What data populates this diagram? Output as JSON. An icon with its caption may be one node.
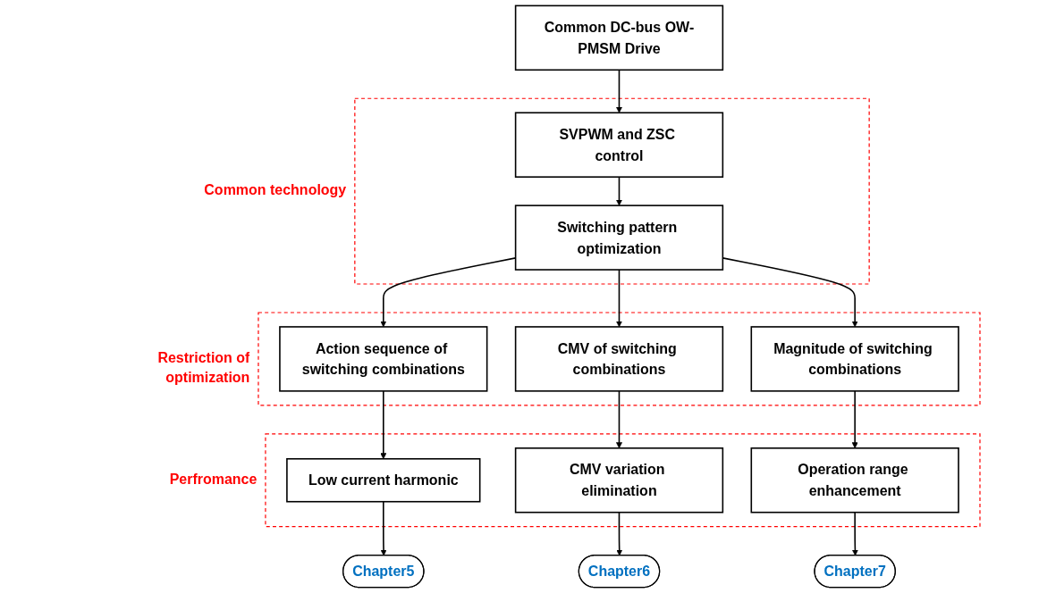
{
  "diagram": {
    "nodes": [
      {
        "text": [
          "Common DC-bus OW-PMSM Drive"
        ]
      },
      {
        "text": [
          "Common technology"
        ]
      },
      {
        "text": [
          "SVPWM and ZSC control"
        ],
        "in": 1
      },
      {
        "text": [
          "Switching pattern optimization"
        ],
        "in": 1
      },
      {
        "text": [
          "Restriction of optimization"
        ]
      },
      {
        "text": [
          "Action sequence of switching combinations"
        ],
        "in": 4
      },
      {
        "text": [
          "CMV of switching combinations"
        ],
        "in": 4
      },
      {
        "text": [
          "Magnitude of switching combinations"
        ],
        "in": 4
      },
      {
        "text": [
          "Perfromance"
        ]
      },
      {
        "text": [
          "Low current harmonic"
        ],
        "in": 8
      },
      {
        "text": [
          "CMV variation elimination"
        ],
        "in": 8
      },
      {
        "text": [
          "Operation range enhancement"
        ],
        "in": 8
      },
      {
        "text": [
          "Chapter5"
        ]
      },
      {
        "text": [
          "Chapter6"
        ]
      },
      {
        "text": [
          "Chapter7"
        ]
      }
    ],
    "edges": [
      {
        "from": 0,
        "to": 2,
        "arrow": "to"
      },
      {
        "from": 2,
        "to": 3,
        "arrow": "to"
      },
      {
        "from": 3,
        "to": 5,
        "arrow": "to"
      },
      {
        "from": 3,
        "to": 6,
        "arrow": "to"
      },
      {
        "from": 3,
        "to": 7,
        "arrow": "to"
      },
      {
        "from": 5,
        "to": 9,
        "arrow": "to"
      },
      {
        "from": 6,
        "to": 10,
        "arrow": "to"
      },
      {
        "from": 7,
        "to": 11,
        "arrow": "to"
      },
      {
        "from": 9,
        "to": 12,
        "arrow": "to"
      },
      {
        "from": 10,
        "to": 13,
        "arrow": "to"
      },
      {
        "from": 11,
        "to": 14,
        "arrow": "to"
      }
    ]
  }
}
